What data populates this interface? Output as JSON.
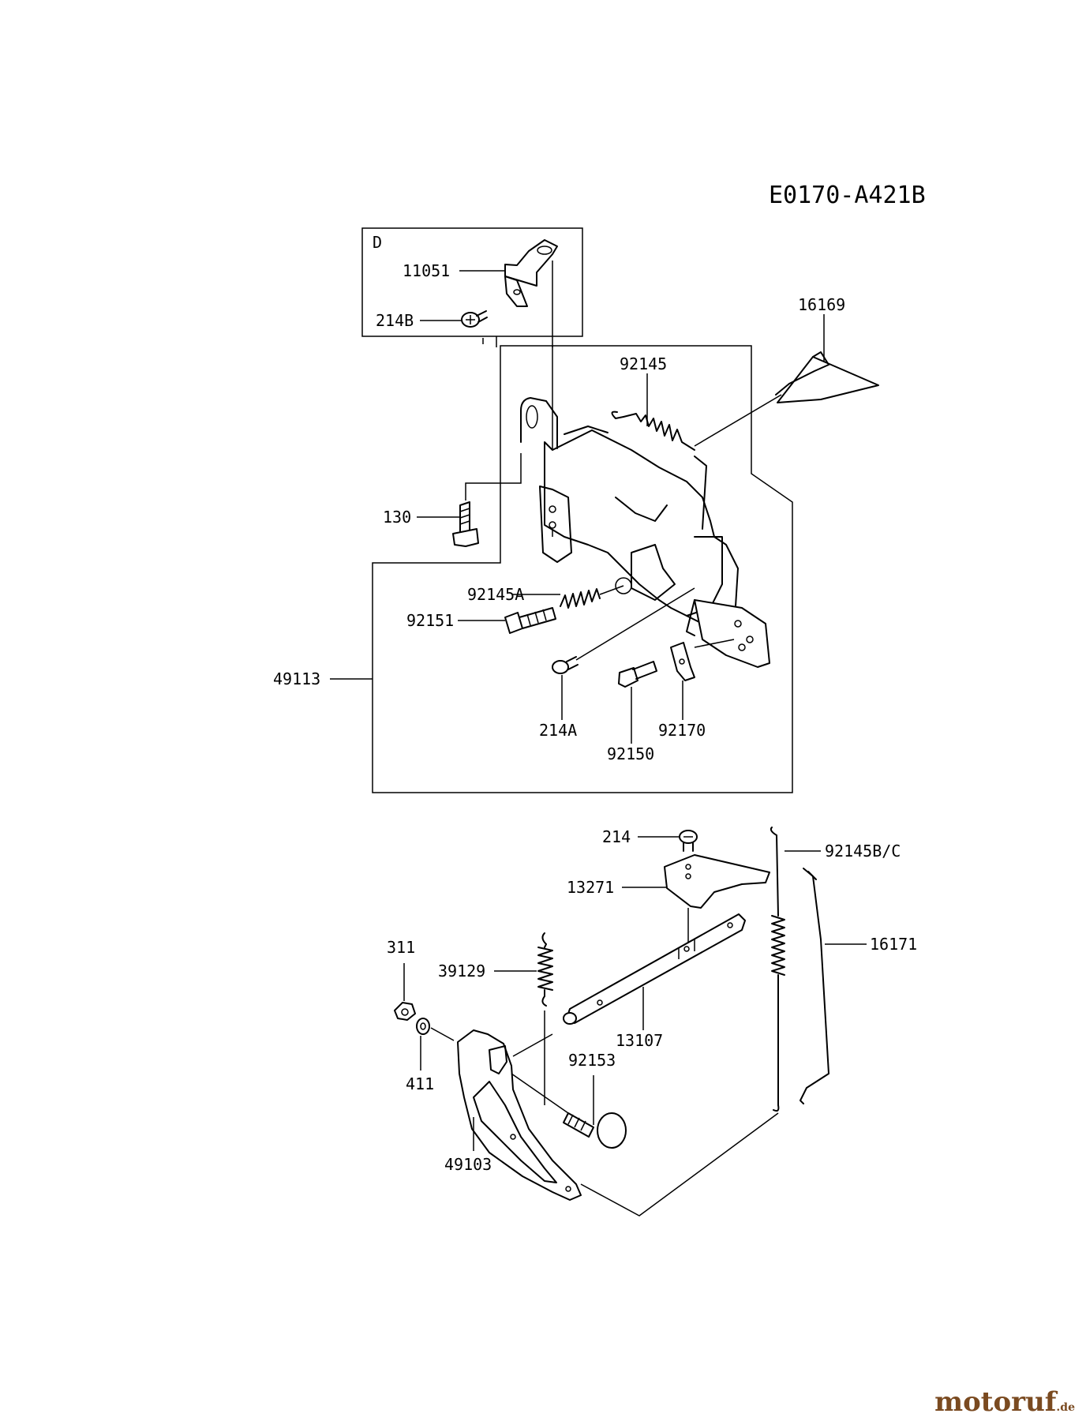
{
  "diagram_code": "E0170-A421B",
  "detail_letter": "D",
  "parts": {
    "p11051": "11051",
    "p214B": "214B",
    "p16169": "16169",
    "p92145": "92145",
    "p130": "130",
    "p92145A": "92145A",
    "p92151": "92151",
    "p49113": "49113",
    "p214A": "214A",
    "p92170": "92170",
    "p92150": "92150",
    "p214": "214",
    "p92145BC": "92145B/C",
    "p13271": "13271",
    "p16171": "16171",
    "p311": "311",
    "p39129": "39129",
    "p13107": "13107",
    "p92153": "92153",
    "p411": "411",
    "p49103": "49103"
  },
  "watermark": {
    "brand": "motoruf",
    "suffix": ".de",
    "color": "#7a4a20"
  }
}
